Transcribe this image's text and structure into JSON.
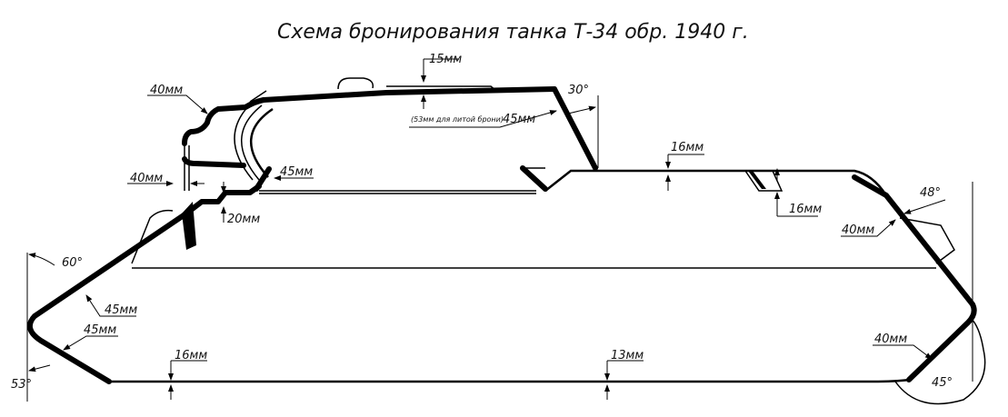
{
  "title": "Схема бронирования танка Т-34 обр. 1940 г.",
  "labels": {
    "turret_roof": "15мм",
    "turret_rear_note": "(53мм для литой брони)",
    "turret_rear": "45мм",
    "turret_rear_angle": "30°",
    "turret_front": "40мм",
    "turret_side_gap": "40мм",
    "mantlet": "45мм",
    "hull_roof_front": "20мм",
    "engine_deck": "16мм",
    "engine_deck_rear": "16мм",
    "rear_upper_angle": "48°",
    "rear_upper": "40мм",
    "upper_glacis_angle": "60°",
    "upper_glacis": "45мм",
    "lower_glacis": "45мм",
    "lower_glacis_angle": "53°",
    "bottom_front": "16мм",
    "bottom_rear": "13мм",
    "rear_lower": "40мм",
    "rear_lower_angle": "45°"
  }
}
